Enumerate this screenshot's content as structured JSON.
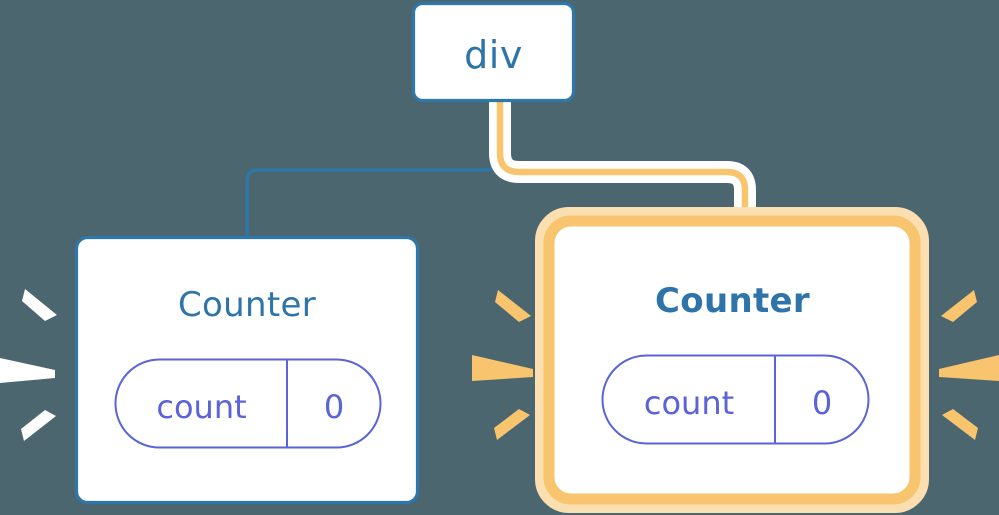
{
  "diagram": {
    "title": "component-tree-highlight",
    "background_color": "#4c6670"
  },
  "colors": {
    "background": "#4c6670",
    "blue_stroke": "#2e77ab",
    "blue_text": "#2e74a8",
    "purple": "#5a63d8",
    "orange": "#f8c46d",
    "orange_glow": "#fbdfb0",
    "white": "#ffffff",
    "card_fill": "#ffffff"
  },
  "nodes": {
    "root": {
      "label": "div",
      "state": "normal",
      "border_color": "#2e77ab"
    },
    "left_counter": {
      "label": "Counter",
      "state": "normal",
      "border_color": "#2e77ab",
      "bold": false,
      "prop": {
        "name": "count",
        "value": "0"
      },
      "rays_color": "#ffffff",
      "rays_count": 3
    },
    "right_counter": {
      "label": "Counter",
      "state": "highlighted",
      "border_color": "#f8c46d",
      "bold": true,
      "prop": {
        "name": "count",
        "value": "0"
      },
      "rays_color": "#f8c46d",
      "rays_count": 6
    }
  },
  "edges": [
    {
      "name": "div-to-left-counter",
      "from": "root",
      "to": "left_counter",
      "color": "#2e77ab",
      "highlighted": false
    },
    {
      "name": "div-to-right-counter",
      "from": "root",
      "to": "right_counter",
      "color": "#f8c46d",
      "highlighted": true
    }
  ]
}
